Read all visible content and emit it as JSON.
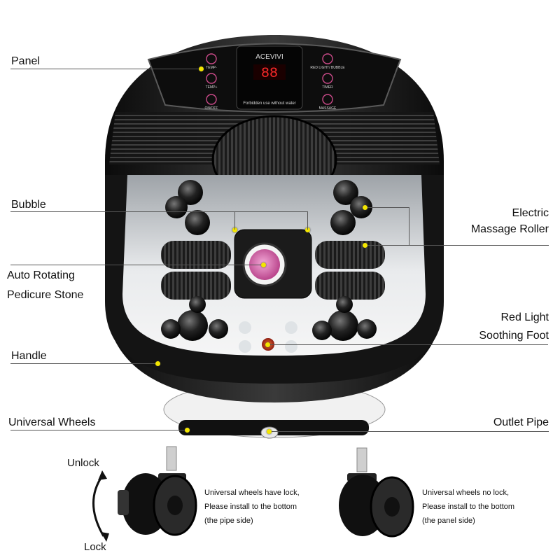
{
  "product": {
    "brand": "ACEVIVI",
    "display_value": "88",
    "panel_warning": "Forbidden use without water",
    "buttons_left": [
      "TEMP-",
      "TEMP+",
      "ON/OFF"
    ],
    "buttons_right": [
      "RED LIGHT/ BUBBLE",
      "TIMER",
      "MASSAGE"
    ]
  },
  "labels": {
    "panel": "Panel",
    "bubble": "Bubble",
    "roller_line1": "Electric",
    "roller_line2": "Massage Roller",
    "stone_line1": "Auto Rotating",
    "stone_line2": "Pedicure Stone",
    "redlight_line1": "Red Light",
    "redlight_line2": "Soothing Foot",
    "handle": "Handle",
    "wheels": "Universal Wheels",
    "outlet": "Outlet Pipe"
  },
  "wheels": {
    "unlock": "Unlock",
    "lock": "Lock",
    "left_note": [
      "Universal wheels have lock,",
      "Please install to the bottom",
      "(the pipe side)"
    ],
    "right_note": [
      "Universal wheels no lock,",
      "Please install to the bottom",
      "(the panel side)"
    ]
  },
  "colors": {
    "body": "#1a1a1a",
    "callout_dot": "#f3e600",
    "stone": "#e07ab8",
    "red_light": "#c8331a"
  }
}
